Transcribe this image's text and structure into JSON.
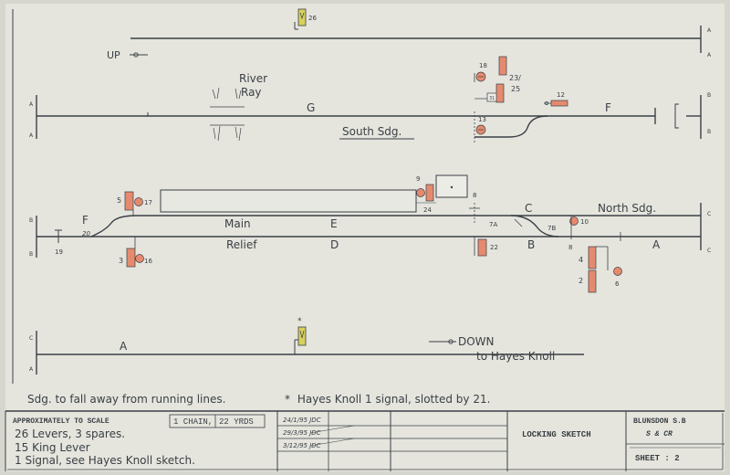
{
  "labels": {
    "up": "UP",
    "river_1": "River",
    "river_2": "Ray",
    "g": "G",
    "f_top": "F",
    "south_sdg": "South Sdg.",
    "f_left": "F",
    "main": "Main",
    "e": "E",
    "c": "C",
    "north_sdg": "North Sdg.",
    "relief": "Relief",
    "d": "D",
    "b": "B",
    "a_right": "A",
    "a_bottom": "A",
    "down": "DOWN",
    "to_hayes": "to Hayes Knoll",
    "note_left": "Sdg. to fall away from running lines.",
    "note_right": "Hayes Knoll 1 signal, slotted by 21.",
    "asterisk": "*"
  },
  "numbers": {
    "n26": "26",
    "n18": "18",
    "n23_1": "23/",
    "n23_2": "25",
    "n31": "31",
    "n12": "12",
    "n13": "13",
    "n9": "9",
    "n5": "5",
    "n17": "17",
    "n24": "24",
    "n8a": "8",
    "n8b": "8",
    "n7a": "7A",
    "n7b": "7B",
    "n10": "10",
    "n20": "20",
    "n19": "19",
    "n3": "3",
    "n16": "16",
    "n22": "22",
    "n4": "4",
    "n2": "2",
    "n6": "6"
  },
  "edge_letters": {
    "a1": "A",
    "a2": "A",
    "a3": "A",
    "a4": "A",
    "b1": "B",
    "b2": "B",
    "b3": "B",
    "b4": "B",
    "c1": "C",
    "c2": "C",
    "c3": "C",
    "a5": "A"
  },
  "title_block": {
    "scale": "APPROXIMATELY TO SCALE",
    "chain": "1 CHAIN,",
    "yards": "22 YRDS",
    "line1": "26 Levers,  3 spares.",
    "line2": "15 King Lever",
    "line3": "1 Signal, see Hayes Knoll sketch.",
    "rev1": "24/1/95 JDC",
    "rev2": "29/3/95 JDC",
    "rev3": "3/12/95 JDC",
    "locking": "LOCKING SKETCH",
    "box_name": "BLUNSDON S.B",
    "company": "S & CR",
    "sheet": "SHEET : 2"
  },
  "colors": {
    "paper": "#e5e5de",
    "ink": "#3b4046",
    "signal_red": "#e58a6e",
    "signal_yellow": "#d8d05c"
  }
}
